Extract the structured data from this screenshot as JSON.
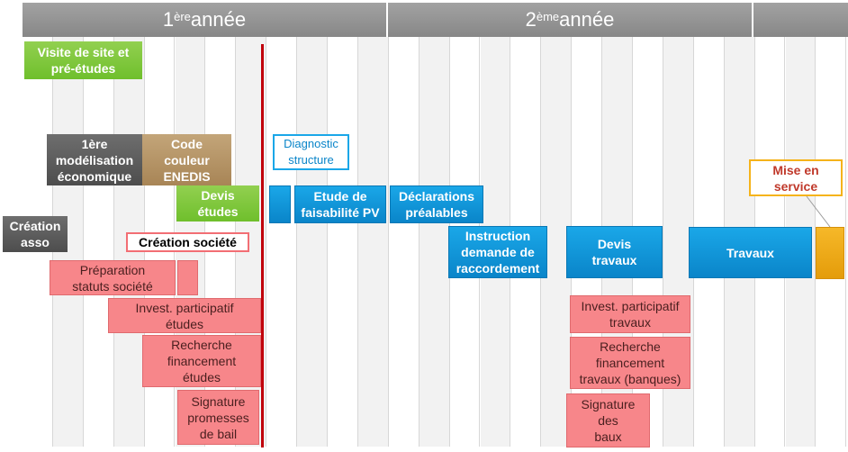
{
  "timeline": {
    "year1": {
      "main": "1",
      "sup": "ère",
      "rest": " année"
    },
    "year2": {
      "main": "2",
      "sup": "ème",
      "rest": "année"
    }
  },
  "tasks": {
    "visite": "Visite de site et\npré-études",
    "modelisation": "1ère\nmodélisation\néconomique",
    "code_couleur": "Code\ncouleur\nENEDIS",
    "devis_etudes": "Devis\nétudes",
    "creation_asso": "Création\nasso",
    "creation_societe": "Création société",
    "preparation_statuts": "Préparation\nstatuts société",
    "invest_etudes": "Invest. participatif\nétudes",
    "recherche_etudes": "Recherche\nfinancement\nétudes",
    "signature_promesses": "Signature\npromesses\nde bail",
    "diagnostic": "Diagnostic\nstructure",
    "etude_faisabilite": "Etude de\nfaisabilité PV",
    "declarations": "Déclarations\npréalables",
    "instruction": "Instruction\ndemande de\nraccordement",
    "devis_travaux": "Devis\ntravaux",
    "travaux": "Travaux",
    "mise_en_service": "Mise en\nservice",
    "invest_travaux": "Invest. participatif\ntravaux",
    "recherche_travaux": "Recherche\nfinancement\ntravaux (banques)",
    "signature_baux": "Signature\ndes\nbaux"
  },
  "colors": {
    "green": "#92d050",
    "grey": "#5a5a5a",
    "tan": "#b7956a",
    "blue": "#1aa7e8",
    "pink": "#f7868a",
    "gold": "#f5b31a",
    "today_line": "#c0000b"
  }
}
